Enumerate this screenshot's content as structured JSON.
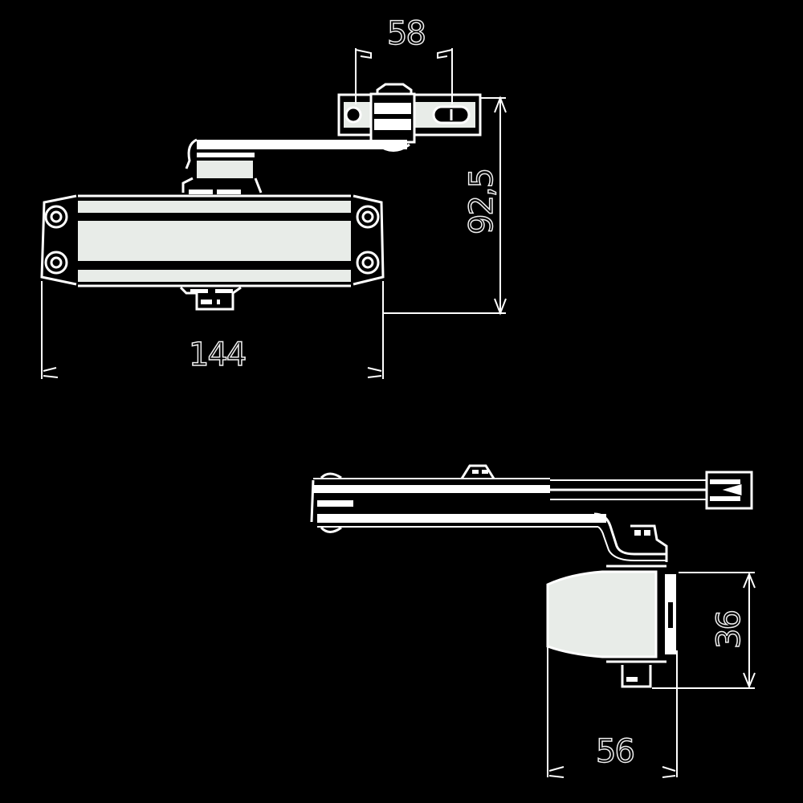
{
  "drawing": {
    "subject": "door closer",
    "views": [
      {
        "name": "front-view",
        "dimensions": {
          "width": "144",
          "height": "92,5",
          "bracket_hole_spacing": "58"
        }
      },
      {
        "name": "top-view",
        "dimensions": {
          "depth": "56",
          "height": "36"
        }
      }
    ]
  },
  "labels": {
    "dim_58": "58",
    "dim_92_5": "92,5",
    "dim_144": "144",
    "dim_56": "56",
    "dim_36": "36"
  },
  "colors": {
    "background": "#000000",
    "line": "#ffffff",
    "fill": "#e8ece8"
  }
}
